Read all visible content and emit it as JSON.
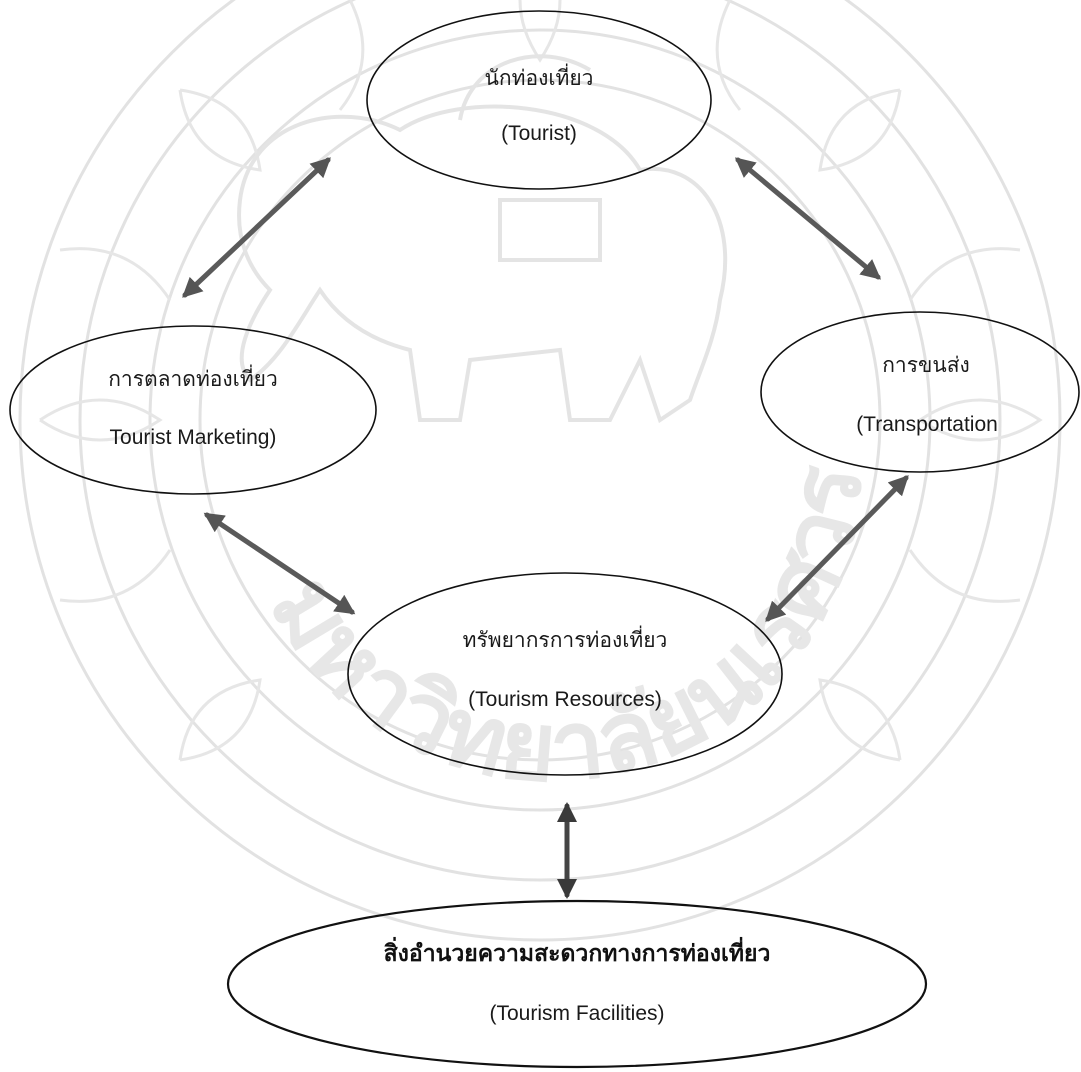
{
  "nodes": {
    "tourist": {
      "thai": "นักท่องเที่ยว",
      "english": "(Tourist)"
    },
    "marketing": {
      "thai": "การตลาดท่องเที่ยว",
      "english": "Tourist Marketing)"
    },
    "transportation": {
      "thai": "การขนส่ง",
      "english": "(Transportation"
    },
    "resources": {
      "thai": "ทรัพยากรการท่องเที่ยว",
      "english": "(Tourism Resources)"
    },
    "facilities": {
      "thai": "สิ่งอำนวยความสะดวกทางการท่องเที่ยว",
      "english": "(Tourism Facilities)"
    }
  },
  "watermark": {
    "text": "มหาวิทยาลัยนเรศวร"
  },
  "colors": {
    "arrow": "#5a5a5a",
    "outline": "#111111",
    "watermark": "#dddddd"
  }
}
